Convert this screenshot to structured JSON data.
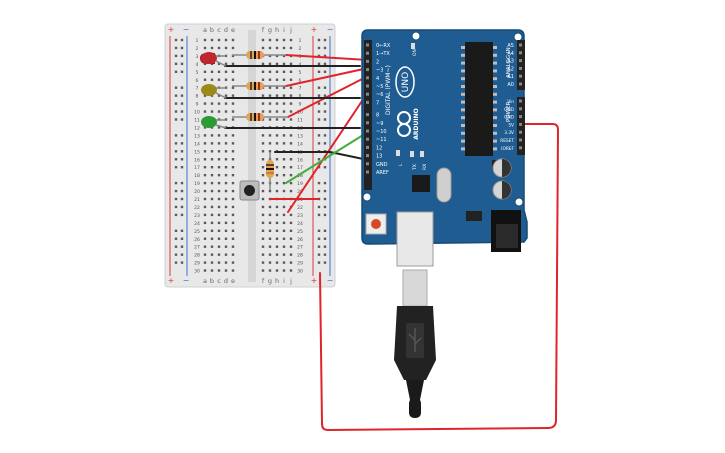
{
  "breadboard": {
    "column_letters": [
      "a",
      "b",
      "c",
      "d",
      "e",
      "f",
      "g",
      "h",
      "i",
      "j"
    ],
    "row_numbers": [
      "1",
      "2",
      "3",
      "4",
      "5",
      "6",
      "7",
      "8",
      "9",
      "10",
      "11",
      "12",
      "13",
      "14",
      "15",
      "16",
      "17",
      "18",
      "19",
      "20",
      "21",
      "22",
      "23",
      "24",
      "25",
      "26",
      "27",
      "28",
      "29",
      "30"
    ],
    "rail_plus": "+",
    "rail_minus": "−"
  },
  "leds": [
    {
      "name": "red-led",
      "color": "#c0262d",
      "body": "#a21f1f"
    },
    {
      "name": "yellow-led",
      "color": "#9b8a1a",
      "body": "#7d6e12"
    },
    {
      "name": "green-led",
      "color": "#2c9a35",
      "body": "#1f7a27"
    }
  ],
  "colors": {
    "wire_red": "#e0242b",
    "wire_black": "#222222",
    "wire_green": "#3fae3a",
    "board_blue": "#1f5c91",
    "board_edge": "#174a77",
    "breadboard": "#e6e6e6",
    "rail_red": "#d43b3b",
    "rail_blue": "#3b6fd4"
  },
  "arduino": {
    "logo_text": "UNO",
    "brand": "ARDUINO",
    "on_label": "ON",
    "digital_label": "DIGITAL (PWM~)",
    "analog_label": "ANALOG IN",
    "power_label": "POWER",
    "l_label": "L",
    "tx_label": "TX",
    "rx_label": "RX",
    "digital_pins": [
      "0←RX",
      "1→TX",
      "2",
      "~3",
      "4",
      "~5",
      "~6",
      "7",
      "8",
      "~9",
      "~10",
      "~11",
      "12",
      "13",
      "GND",
      "AREF"
    ],
    "analog_pins": [
      "A0",
      "A1",
      "A2",
      "A3",
      "A4",
      "A5"
    ],
    "power_pins": [
      "IOREF",
      "RESET",
      "3.3V",
      "5V",
      "GND",
      "GND",
      "Vin"
    ]
  }
}
